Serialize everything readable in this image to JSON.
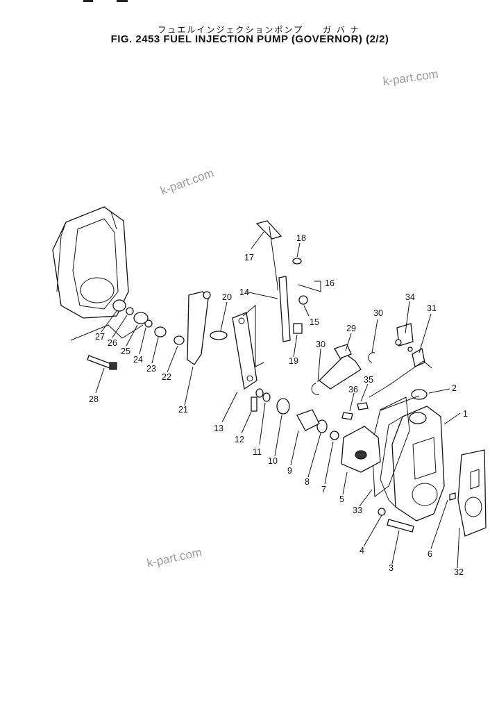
{
  "header": {
    "title_jp": "フュエルインジェクションポンプ　　ガ バ ナ",
    "title_en": "FIG. 2453  FUEL INJECTION PUMP (GOVERNOR) (2/2)"
  },
  "watermarks": [
    "k-part.com",
    "k-part.com",
    "k-part.com"
  ],
  "callouts": [
    "1",
    "2",
    "3",
    "4",
    "5",
    "6",
    "7",
    "8",
    "9",
    "10",
    "11",
    "12",
    "13",
    "14",
    "15",
    "16",
    "17",
    "18",
    "19",
    "20",
    "21",
    "22",
    "23",
    "24",
    "25",
    "26",
    "27",
    "28",
    "29",
    "30",
    "30",
    "31",
    "32",
    "33",
    "34",
    "35",
    "36"
  ]
}
